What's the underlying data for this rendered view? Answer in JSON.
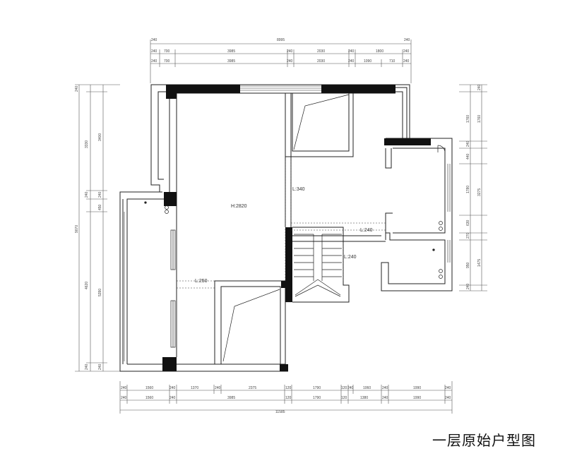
{
  "caption": "一层原始户型图",
  "labels": {
    "height": "H:2820",
    "l340": "L:340",
    "l240_a": "L:240",
    "l240_b": "L:240",
    "l250": "L:250"
  },
  "dims": {
    "top_total": "8995",
    "top_left_end": "240",
    "top_right_end": "240",
    "top_row1": [
      "240",
      "700",
      "3985",
      "240",
      "2030",
      "240",
      "1800",
      "240"
    ],
    "top_row2": [
      "240",
      "700",
      "3985",
      "240",
      "2030",
      "240",
      "1090",
      "710",
      "240"
    ],
    "bottom_row1": [
      "240",
      "1560",
      "240",
      "1370",
      "240",
      "2375",
      "120",
      "1790",
      "120",
      "240",
      "1060",
      "240",
      "1990",
      "240"
    ],
    "bottom_row2": [
      "240",
      "1560",
      "240",
      "3985",
      "120",
      "1790",
      "120",
      "1380",
      "240",
      "1990",
      "240"
    ],
    "bottom_total": "11585",
    "left_outer": [
      "240",
      "3330",
      "240",
      "4620",
      "240"
    ],
    "left_inner": [
      "3400",
      "240",
      "450",
      "5390",
      "240"
    ],
    "left_total": "9070",
    "right_outer": [
      "1760",
      "240",
      "440",
      "1780",
      "630",
      "270",
      "950",
      "240"
    ],
    "right_inner": [
      "240",
      "1760",
      "3275",
      "1475"
    ]
  }
}
